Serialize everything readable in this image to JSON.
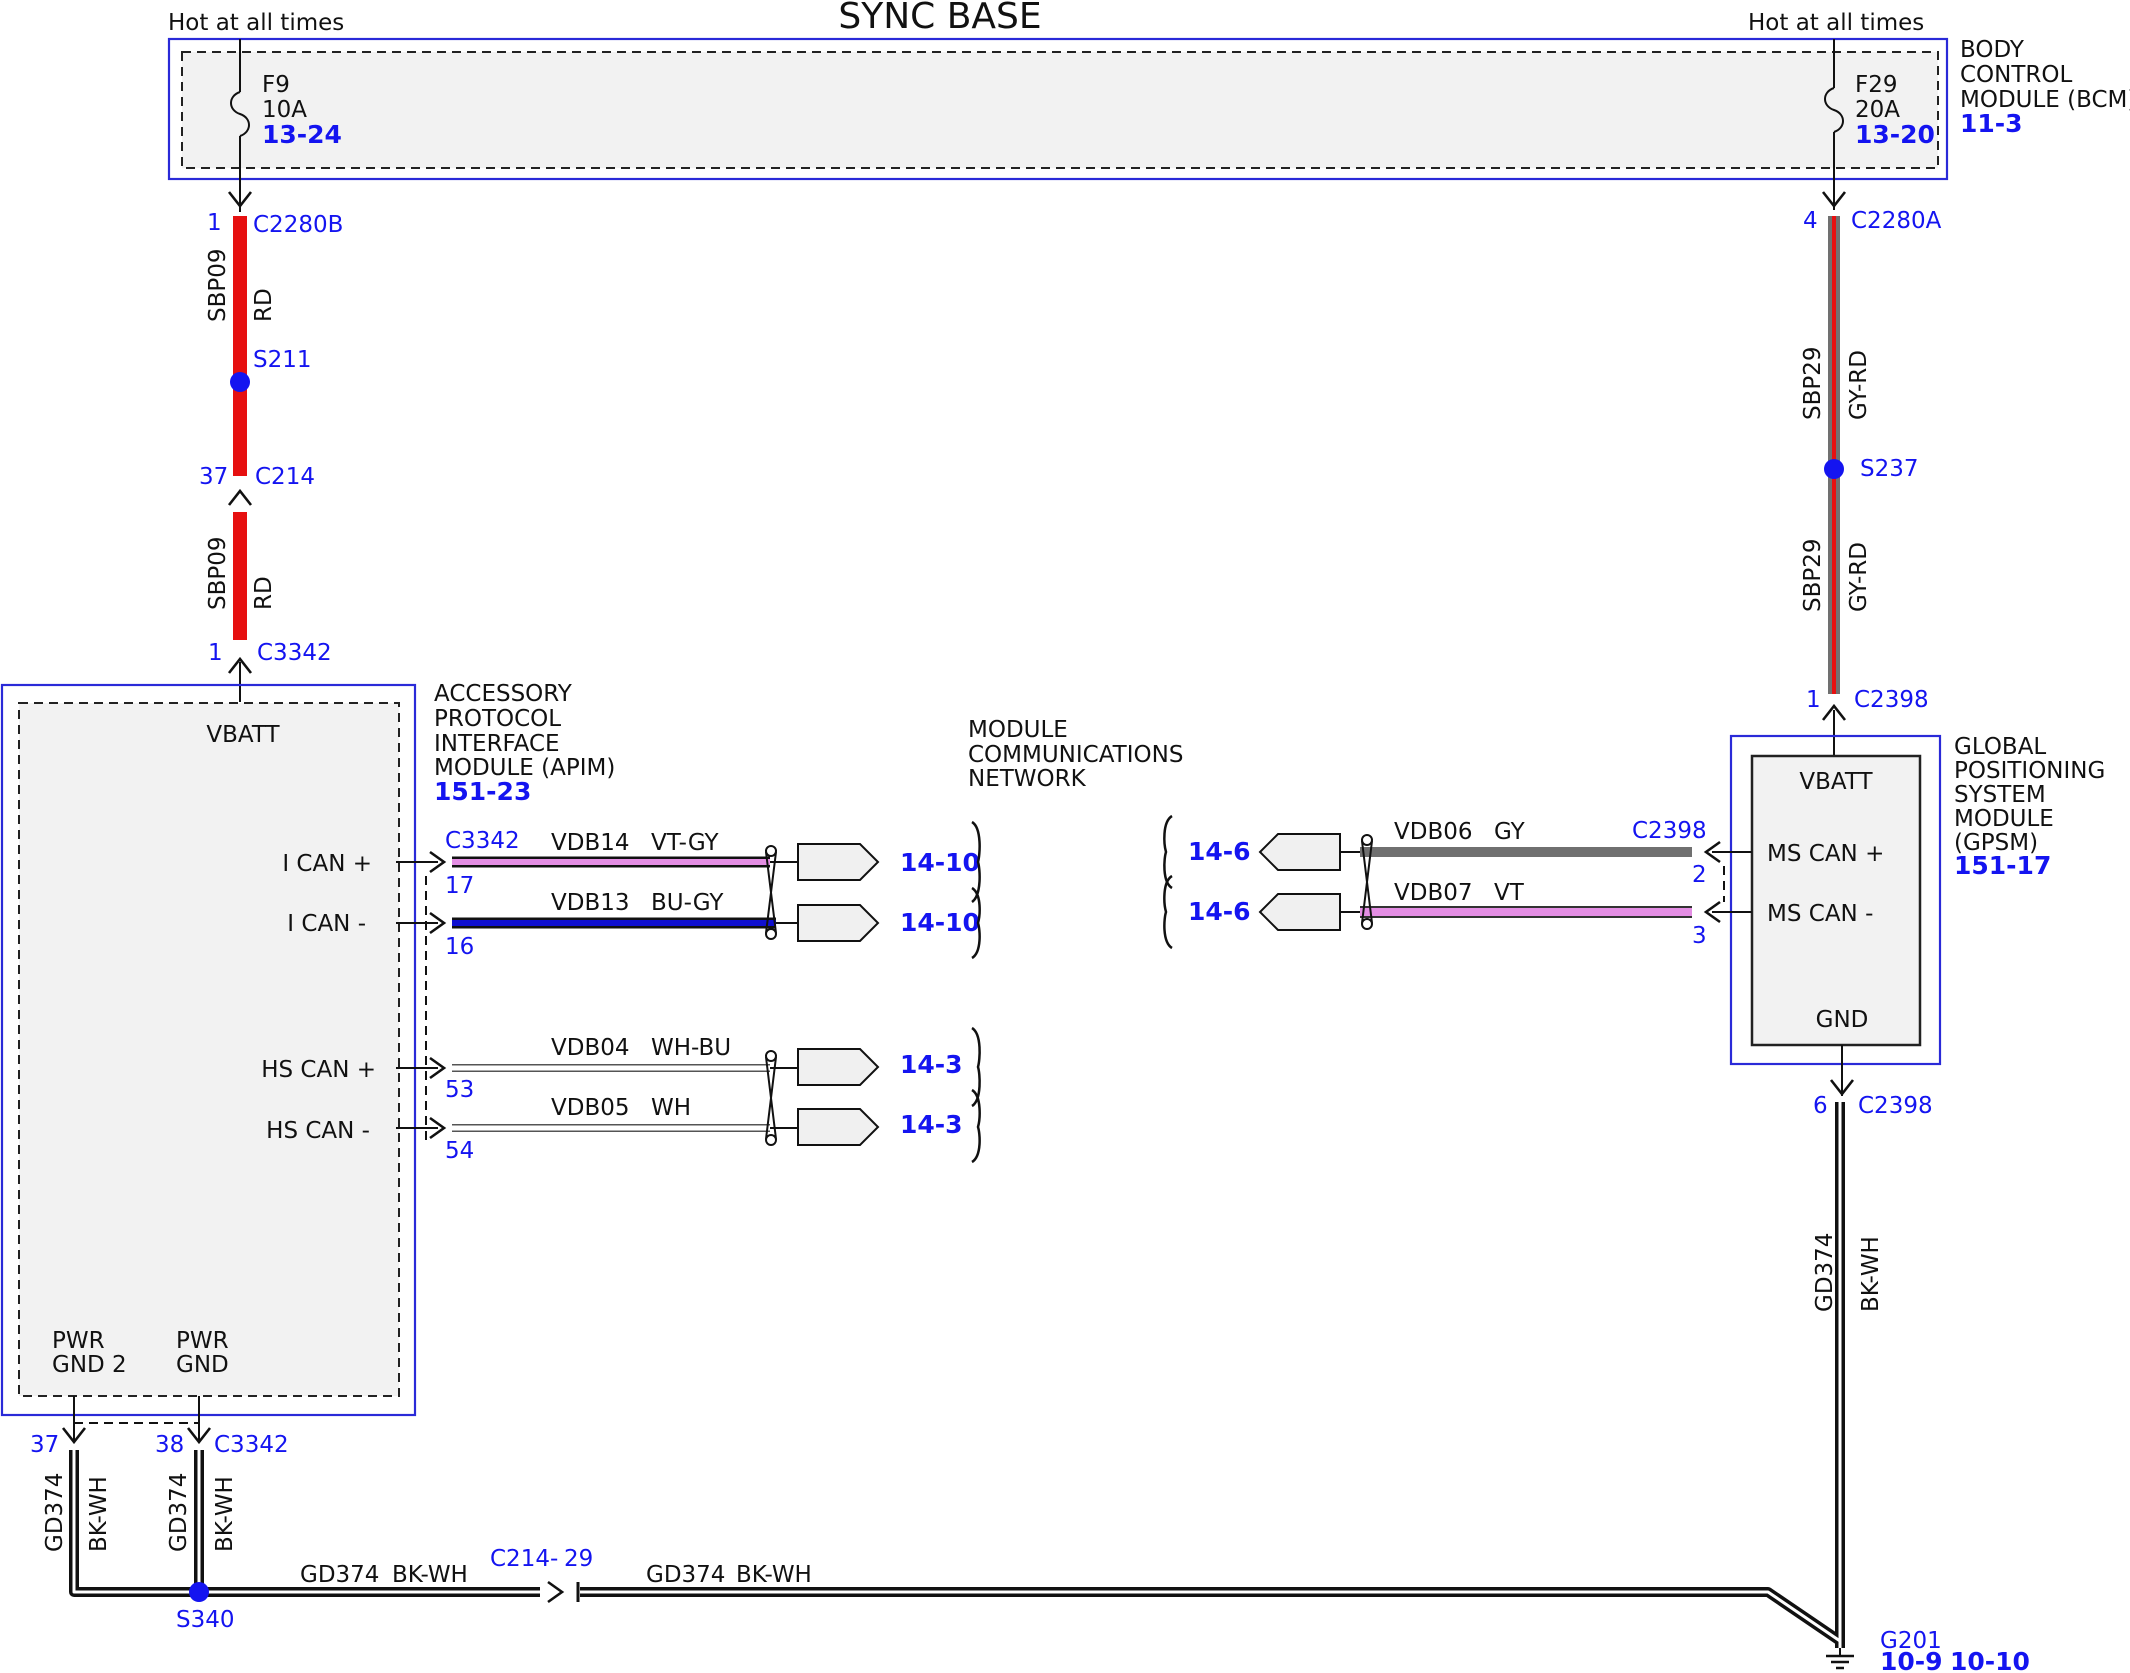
{
  "title": "SYNC BASE",
  "bcm": {
    "label_lines": [
      "BODY",
      "CONTROL",
      "MODULE (BCM)"
    ],
    "ref": "11-3",
    "left_supply": "Hot at all times",
    "right_supply": "Hot at all times",
    "fuse_left": {
      "name": "F9",
      "rating": "10A",
      "ref": "13-24"
    },
    "fuse_right": {
      "name": "F29",
      "rating": "20A",
      "ref": "13-20"
    }
  },
  "apim": {
    "label_lines": [
      "ACCESSORY",
      "PROTOCOL",
      "INTERFACE",
      "MODULE (APIM)"
    ],
    "ref": "151-23",
    "pins": {
      "vbatt": "VBATT",
      "ican_plus": "I CAN +",
      "ican_minus": "I CAN -",
      "hscan_plus": "HS CAN +",
      "hscan_minus": "HS CAN -",
      "pwr_gnd2": [
        "PWR",
        "GND 2"
      ],
      "pwr_gnd": [
        "PWR",
        "GND"
      ]
    }
  },
  "gpsm": {
    "label_lines": [
      "GLOBAL",
      "POSITIONING",
      "SYSTEM",
      "MODULE",
      "(GPSM)"
    ],
    "ref": "151-17",
    "pins": {
      "vbatt": "VBATT",
      "mscan_plus": "MS CAN +",
      "mscan_minus": "MS CAN -",
      "gnd": "GND"
    }
  },
  "network_label": [
    "MODULE",
    "COMMUNICATIONS",
    "NETWORK"
  ],
  "left_feed": {
    "conn_top": {
      "pin": "1",
      "name": "C2280B"
    },
    "wire1": {
      "circuit": "SBP09",
      "color": "RD"
    },
    "splice": "S211",
    "conn_mid": {
      "pin": "37",
      "name": "C214"
    },
    "wire2": {
      "circuit": "SBP09",
      "color": "RD"
    },
    "conn_bottom": {
      "pin": "1",
      "name": "C3342"
    }
  },
  "right_feed": {
    "conn_top": {
      "pin": "4",
      "name": "C2280A"
    },
    "wire1": {
      "circuit": "SBP29",
      "color": "GY-RD"
    },
    "splice": "S237",
    "wire2": {
      "circuit": "SBP29",
      "color": "GY-RD"
    },
    "conn_bottom": {
      "pin": "1",
      "name": "C2398"
    }
  },
  "apim_can": {
    "connector": "C3342",
    "lines": [
      {
        "pin": "17",
        "circuit": "VDB14",
        "color": "VT-GY",
        "ref": "14-10"
      },
      {
        "pin": "16",
        "circuit": "VDB13",
        "color": "BU-GY",
        "ref": "14-10"
      },
      {
        "pin": "53",
        "circuit": "VDB04",
        "color": "WH-BU",
        "ref": "14-3"
      },
      {
        "pin": "54",
        "circuit": "VDB05",
        "color": "WH",
        "ref": "14-3"
      }
    ]
  },
  "gpsm_can": {
    "connector": "C2398",
    "lines": [
      {
        "pin": "2",
        "circuit": "VDB06",
        "color": "GY",
        "ref": "14-6"
      },
      {
        "pin": "3",
        "circuit": "VDB07",
        "color": "VT",
        "ref": "14-6"
      }
    ]
  },
  "ground": {
    "apim_pin_a": "37",
    "apim_pin_b": "38",
    "apim_conn": "C3342",
    "wire_a": {
      "circuit": "GD374",
      "color": "BK-WH"
    },
    "wire_b": {
      "circuit": "GD374",
      "color": "BK-WH"
    },
    "splice": "S340",
    "run1": {
      "circuit": "GD374",
      "color": "BK-WH"
    },
    "inline_conn": "C214",
    "inline_dash": "-",
    "inline_pin": "29",
    "run2": {
      "circuit": "GD374",
      "color": "BK-WH"
    },
    "gpsm_pin": "6",
    "gpsm_conn": "C2398",
    "gpsm_wire": {
      "circuit": "GD374",
      "color": "BK-WH"
    },
    "ground_point": "G201",
    "ground_refs": [
      "10-9",
      "10-10"
    ]
  },
  "colors": {
    "module_border": "#2a2ad8",
    "red_wire": "#e61010",
    "gy_wire": "#707070",
    "vt_wire": "#e48ee4",
    "bu_wire": "#1010d0",
    "splice_dot": "#1414f0"
  }
}
